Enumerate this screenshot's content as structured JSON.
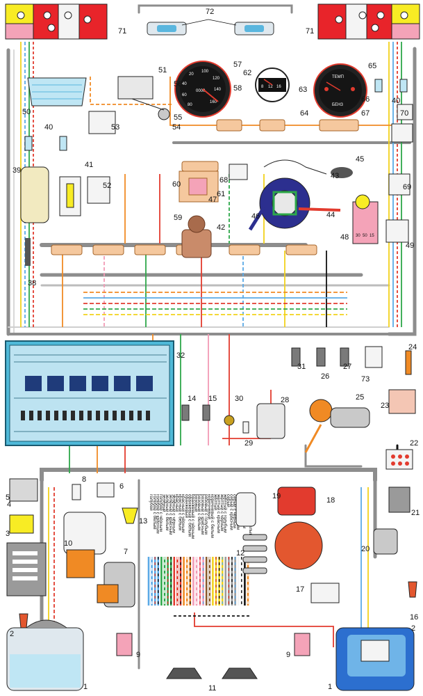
{
  "components": [
    {
      "id": "n1a",
      "label": "1"
    },
    {
      "id": "n1b",
      "label": "1"
    },
    {
      "id": "n2a",
      "label": "2"
    },
    {
      "id": "n2b",
      "label": "2"
    },
    {
      "id": "n3",
      "label": "3"
    },
    {
      "id": "n4",
      "label": "4"
    },
    {
      "id": "n5",
      "label": "5"
    },
    {
      "id": "n6",
      "label": "6"
    },
    {
      "id": "n7",
      "label": "7"
    },
    {
      "id": "n8",
      "label": "8"
    },
    {
      "id": "n9a",
      "label": "9"
    },
    {
      "id": "n9b",
      "label": "9"
    },
    {
      "id": "n10",
      "label": "10"
    },
    {
      "id": "n11",
      "label": "11"
    },
    {
      "id": "n12",
      "label": "12"
    },
    {
      "id": "n13",
      "label": "13"
    },
    {
      "id": "n14",
      "label": "14"
    },
    {
      "id": "n15",
      "label": "15"
    },
    {
      "id": "n16",
      "label": "16"
    },
    {
      "id": "n17",
      "label": "17"
    },
    {
      "id": "n18",
      "label": "18"
    },
    {
      "id": "n19",
      "label": "19"
    },
    {
      "id": "n20",
      "label": "20"
    },
    {
      "id": "n21",
      "label": "21"
    },
    {
      "id": "n22",
      "label": "22"
    },
    {
      "id": "n23",
      "label": "23"
    },
    {
      "id": "n24",
      "label": "24"
    },
    {
      "id": "n25",
      "label": "25"
    },
    {
      "id": "n26",
      "label": "26"
    },
    {
      "id": "n27",
      "label": "27"
    },
    {
      "id": "n28",
      "label": "28"
    },
    {
      "id": "n29",
      "label": "29"
    },
    {
      "id": "n30",
      "label": "30"
    },
    {
      "id": "n31",
      "label": "31"
    },
    {
      "id": "n32",
      "label": "32"
    },
    {
      "id": "n38",
      "label": "38"
    },
    {
      "id": "n39",
      "label": "39"
    },
    {
      "id": "n40a",
      "label": "40"
    },
    {
      "id": "n40b",
      "label": "40"
    },
    {
      "id": "n41",
      "label": "41"
    },
    {
      "id": "n42",
      "label": "42"
    },
    {
      "id": "n43",
      "label": "43"
    },
    {
      "id": "n44",
      "label": "44"
    },
    {
      "id": "n45",
      "label": "45"
    },
    {
      "id": "n46",
      "label": "46"
    },
    {
      "id": "n47",
      "label": "47"
    },
    {
      "id": "n48",
      "label": "48"
    },
    {
      "id": "n49",
      "label": "49"
    },
    {
      "id": "n50",
      "label": "50"
    },
    {
      "id": "n51",
      "label": "51"
    },
    {
      "id": "n52",
      "label": "52"
    },
    {
      "id": "n53",
      "label": "53"
    },
    {
      "id": "n54",
      "label": "54"
    },
    {
      "id": "n55",
      "label": "55"
    },
    {
      "id": "n56",
      "label": "56"
    },
    {
      "id": "n57",
      "label": "57"
    },
    {
      "id": "n58",
      "label": "58"
    },
    {
      "id": "n59",
      "label": "59"
    },
    {
      "id": "n60",
      "label": "60"
    },
    {
      "id": "n61",
      "label": "61"
    },
    {
      "id": "n62",
      "label": "62"
    },
    {
      "id": "n63",
      "label": "63"
    },
    {
      "id": "n64",
      "label": "64"
    },
    {
      "id": "n65",
      "label": "65"
    },
    {
      "id": "n66",
      "label": "66"
    },
    {
      "id": "n67",
      "label": "67"
    },
    {
      "id": "n68",
      "label": "68"
    },
    {
      "id": "n69",
      "label": "69"
    },
    {
      "id": "n70",
      "label": "70"
    },
    {
      "id": "n71a",
      "label": "71"
    },
    {
      "id": "n71b",
      "label": "71"
    },
    {
      "id": "n72",
      "label": "72"
    },
    {
      "id": "n73",
      "label": "73"
    }
  ],
  "wire_colors": [
    {
      "name": "голубой",
      "color": "#5aa9e6",
      "stripe": ""
    },
    {
      "name": "голубой с белым",
      "color": "#5aa9e6",
      "stripe": "#ffffff"
    },
    {
      "name": "голубой с красным",
      "color": "#5aa9e6",
      "stripe": "#e23b2e"
    },
    {
      "name": "голубой с чёрным",
      "color": "#5aa9e6",
      "stripe": "#111111"
    },
    {
      "name": "зелёный",
      "color": "#2ea84a",
      "stripe": ""
    },
    {
      "name": "зелёный с белым",
      "color": "#2ea84a",
      "stripe": "#ffffff"
    },
    {
      "name": "зелёный с красным",
      "color": "#2ea84a",
      "stripe": "#e23b2e"
    },
    {
      "name": "зелёный с чёрным",
      "color": "#2ea84a",
      "stripe": "#111111"
    },
    {
      "name": "красный",
      "color": "#e23b2e",
      "stripe": ""
    },
    {
      "name": "красный с белым",
      "color": "#e23b2e",
      "stripe": "#ffffff"
    },
    {
      "name": "красный с чёрным",
      "color": "#e23b2e",
      "stripe": "#111111"
    },
    {
      "name": "оранжевый",
      "color": "#f08a24",
      "stripe": ""
    },
    {
      "name": "оранжевый с белым",
      "color": "#f08a24",
      "stripe": "#ffffff"
    },
    {
      "name": "оранжевый с чёрным",
      "color": "#f08a24",
      "stripe": "#111111"
    },
    {
      "name": "розовый",
      "color": "#f29ab5",
      "stripe": ""
    },
    {
      "name": "розовый с белым",
      "color": "#f29ab5",
      "stripe": "#ffffff"
    },
    {
      "name": "розовый с красным",
      "color": "#f29ab5",
      "stripe": "#e23b2e"
    },
    {
      "name": "розовый с голубым",
      "color": "#f29ab5",
      "stripe": "#5aa9e6"
    },
    {
      "name": "коричневый",
      "color": "#8a5a2b",
      "stripe": ""
    },
    {
      "name": "коричневый с белым",
      "color": "#8a5a2b",
      "stripe": "#ffffff"
    },
    {
      "name": "жёлтый",
      "color": "#f2d21b",
      "stripe": ""
    },
    {
      "name": "жёлтый с красным",
      "color": "#f2d21b",
      "stripe": "#e23b2e"
    },
    {
      "name": "жёлтый с чёрным",
      "color": "#f2d21b",
      "stripe": "#111111"
    },
    {
      "name": "жёлтый с голубым",
      "color": "#f2d21b",
      "stripe": "#5aa9e6"
    },
    {
      "name": "серый",
      "color": "#9a9a9a",
      "stripe": ""
    },
    {
      "name": "серый с красным",
      "color": "#9a9a9a",
      "stripe": "#e23b2e"
    },
    {
      "name": "серый с чёрным",
      "color": "#9a9a9a",
      "stripe": "#111111"
    },
    {
      "name": "серый с голубым",
      "color": "#9a9a9a",
      "stripe": "#5aa9e6"
    },
    {
      "name": "белый",
      "color": "#f4f4f4",
      "stripe": ""
    },
    {
      "name": "белый с чёрным",
      "color": "#f4f4f4",
      "stripe": "#111111"
    },
    {
      "name": "чёрный",
      "color": "#111111",
      "stripe": ""
    },
    {
      "name": "оранжевый с белым",
      "color": "#f08a24",
      "stripe": "#ffffff"
    }
  ],
  "gauge_text": {
    "speedo": [
      "20",
      "40",
      "60",
      "80",
      "100",
      "120",
      "140",
      "160",
      "0000"
    ],
    "tacho": [
      "8",
      "12",
      "16"
    ],
    "combo": [
      "ТЕМП",
      "БЕНЗ"
    ],
    "ignition": [
      "30",
      "50",
      "15"
    ]
  },
  "colors": {
    "instrument_blue": "#4fb9d8",
    "lamp_red": "#e8242a",
    "lamp_yellow": "#f8ec24",
    "lamp_pink": "#f4a3b8",
    "wire_gray": "#8d8d8d"
  }
}
